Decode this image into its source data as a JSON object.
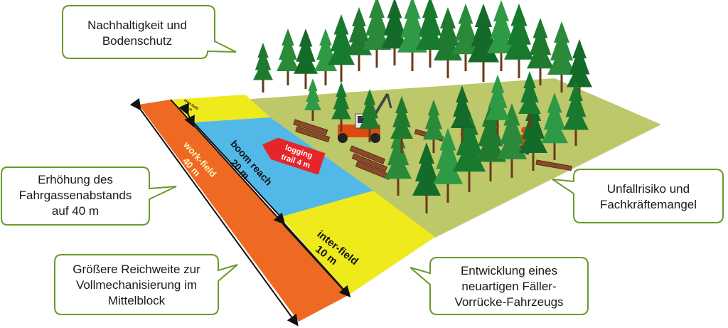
{
  "zones": {
    "work_field": {
      "line1": "work-field",
      "line2": "40 m",
      "color": "#ee6a22"
    },
    "boom_reach": {
      "line1": "boom reach",
      "line2": "20 m",
      "color": "#52b8e8"
    },
    "logging_trail": {
      "line1": "logging",
      "line2": "trail 4 m",
      "color": "#e5252a"
    },
    "inter_field_bottom": {
      "line1": "inter-field",
      "line2": "10 m",
      "color": "#eeea1c"
    },
    "inter_field_top": {
      "line1": "inter-field",
      "line2": "10 m"
    },
    "forest_floor_color": "#bcc86a"
  },
  "callouts": {
    "sustainability": {
      "line1": "Nachhaltigkeit und",
      "line2": "Bodenschutz"
    },
    "spacing": {
      "line1": "Erhöhung des",
      "line2": "Fahrgassenabstands",
      "line3": "auf 40 m"
    },
    "reach": {
      "line1": "Größere Reichweite zur",
      "line2": "Vollmechanisierung im",
      "line3": "Mittelblock"
    },
    "accident": {
      "line1": "Unfallrisiko und",
      "line2": "Fachkräftemangel"
    },
    "vehicle": {
      "line1": "Entwicklung eines",
      "line2": "neuartigen Fäller-",
      "line3": "Vorrücke-Fahrzeugs"
    },
    "border_color": "#6a9a2a"
  }
}
